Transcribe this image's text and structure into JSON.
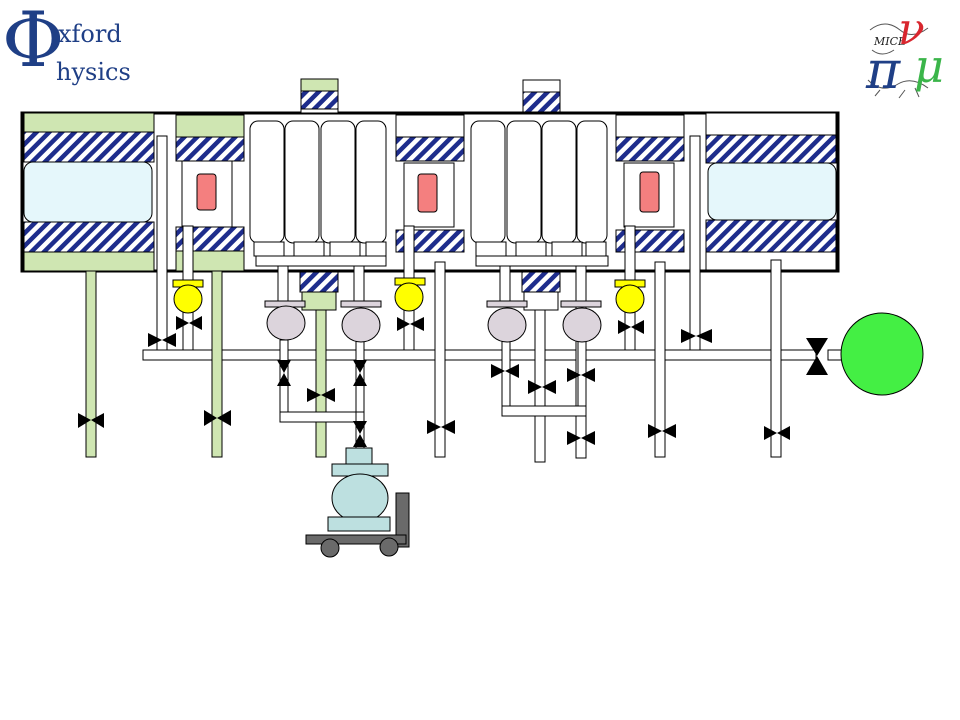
{
  "logo": {
    "phi": "Φ",
    "line1": "xford",
    "line2": "hysics"
  },
  "mice_logo": {
    "text": "MICE",
    "pi": "π",
    "nu": "ν",
    "mu": "μ"
  },
  "colors": {
    "shell_fill": "#ffffff",
    "support_green": "#cfe6b2",
    "coil_hatch": "#1e2d8c",
    "bore_light": "#e5f7fb",
    "absorber_red": "#f47f7f",
    "valve_yellow": "#ffff00",
    "vessel_grey": "#dcd4dc",
    "pump_cyan": "#bde0e0",
    "cart_grey": "#6a6a6a",
    "tank_green": "#44ef44",
    "logo_blue": "#1f3f86",
    "logo_red": "#d8262e",
    "logo_green": "#3bb54a"
  },
  "icons": [
    "hand-valve-icon",
    "pressure-relief-valve-icon",
    "vacuum-pump-icon",
    "gas-tank-icon"
  ]
}
